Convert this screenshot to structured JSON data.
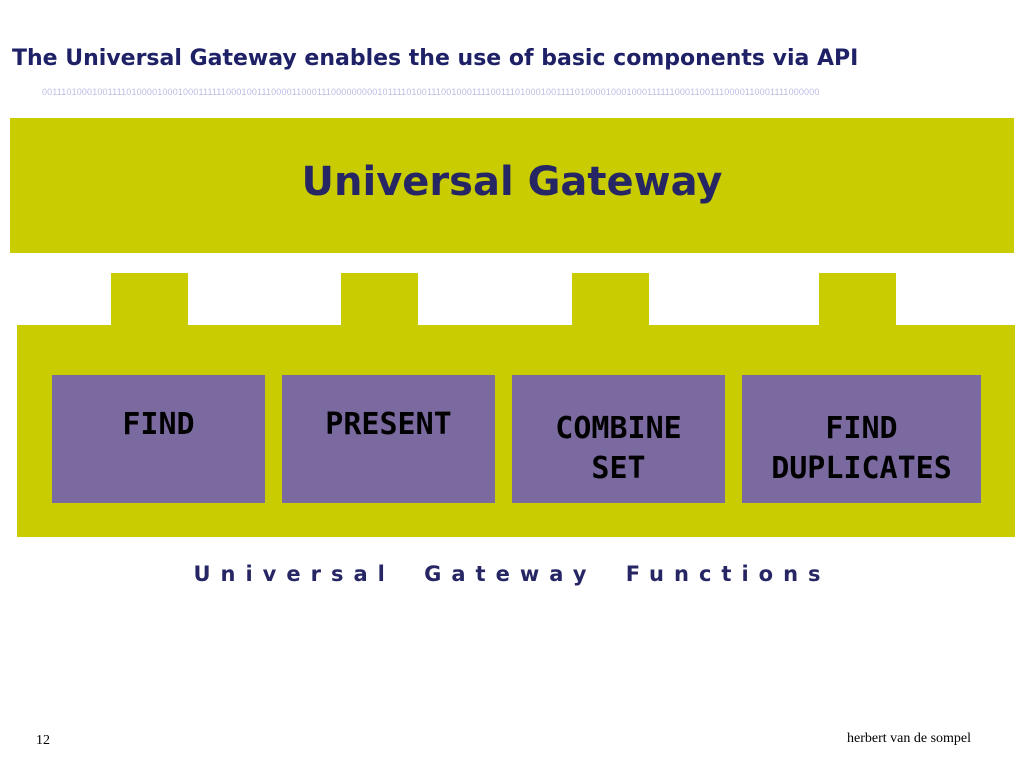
{
  "slide": {
    "title": "The Universal Gateway enables the use of basic components via API",
    "binary_strip": "001110100010011110100001000100011111100010011100001100011100000000010111101001110010001111001110100010011110100001000100011111100011001110000110001111000000"
  },
  "diagram": {
    "gateway_title": "Universal Gateway",
    "functions": [
      {
        "lines": [
          "FIND"
        ]
      },
      {
        "lines": [
          "PRESENT"
        ]
      },
      {
        "lines": [
          "COMBINE",
          "SET"
        ]
      },
      {
        "lines": [
          "FIND",
          "DUPLICATES"
        ]
      }
    ],
    "caption": "Universal Gateway Functions"
  },
  "footer": {
    "page_number": "12",
    "author": "herbert van de sompel"
  },
  "colors": {
    "title": "#1f2167",
    "accent_olive": "#c9cc00",
    "function_box": "#7b6a9f",
    "binary_strip": "#b9bde3"
  }
}
